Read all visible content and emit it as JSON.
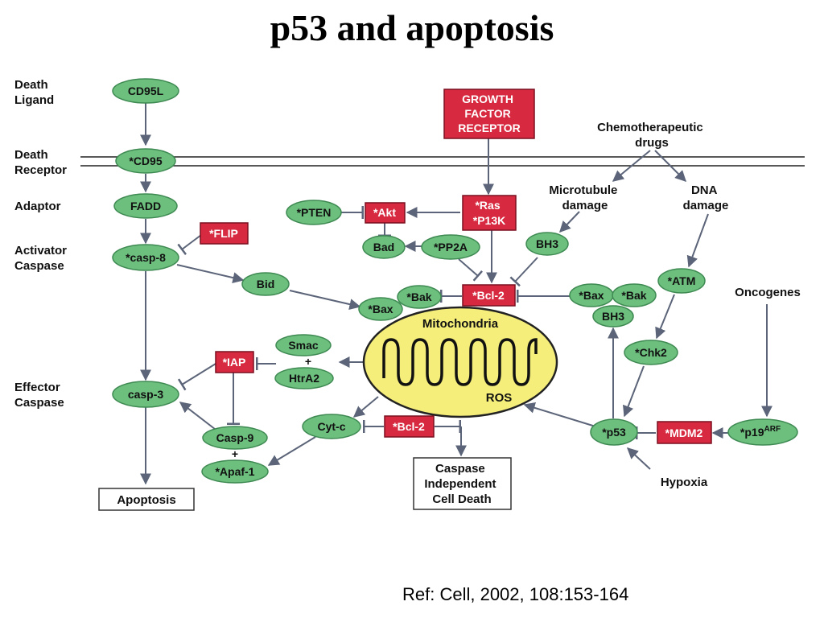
{
  "title": "p53 and apoptosis",
  "reference": "Ref: Cell, 2002, 108:153-164",
  "colors": {
    "node_green": "#6dbf7e",
    "node_stroke": "#3e8a52",
    "box_red": "#d72a40",
    "arrow": "#5b6478",
    "mito_fill": "#f5ee7a"
  },
  "stage_labels": {
    "death_ligand": [
      "Death",
      "Ligand"
    ],
    "death_receptor": [
      "Death",
      "Receptor"
    ],
    "adaptor": "Adaptor",
    "activator_caspase": [
      "Activator",
      "Caspase"
    ],
    "effector_caspase": [
      "Effector",
      "Caspase"
    ]
  },
  "nodes": {
    "cd95l": "CD95L",
    "cd95": "*CD95",
    "fadd": "FADD",
    "casp8": "*casp-8",
    "bid": "Bid",
    "casp3": "casp-3",
    "casp9": "Casp-9",
    "plus1": "+",
    "apaf1": "*Apaf-1",
    "pten": "*PTEN",
    "bad": "Bad",
    "pp2a": "*PP2A",
    "bh3_top": "BH3",
    "bak_left": "*Bak",
    "bax_left": "*Bax",
    "smac": "Smac",
    "plus2": "+",
    "htra2": "HtrA2",
    "cytc": "Cyt-c",
    "bax_right": "*Bax",
    "bak_right": "*Bak",
    "bh3_right": "BH3",
    "atm": "*ATM",
    "chk2": "*Chk2",
    "p53": "*p53",
    "p19": "*p19",
    "p19_sup": "ARF"
  },
  "red_boxes": {
    "flip": "*FLIP",
    "akt": "*Akt",
    "ras": [
      "*Ras",
      "*P13K"
    ],
    "bcl2_top": "*Bcl-2",
    "iap": "*IAP",
    "bcl2_bottom": "*Bcl-2",
    "mdm2": "*MDM2",
    "growth_factor": [
      "GROWTH",
      "FACTOR",
      "RECEPTOR"
    ]
  },
  "labels": {
    "chemo": [
      "Chemotherapeutic",
      "drugs"
    ],
    "microtubule": [
      "Microtubule",
      "damage"
    ],
    "dna": [
      "DNA",
      "damage"
    ],
    "oncogenes": "Oncogenes",
    "hypoxia": "Hypoxia",
    "mito_title": "Mitochondria",
    "ros": "ROS"
  },
  "outcome_boxes": {
    "apoptosis": "Apoptosis",
    "caspase_independent": [
      "Caspase",
      "Independent",
      "Cell Death"
    ]
  }
}
